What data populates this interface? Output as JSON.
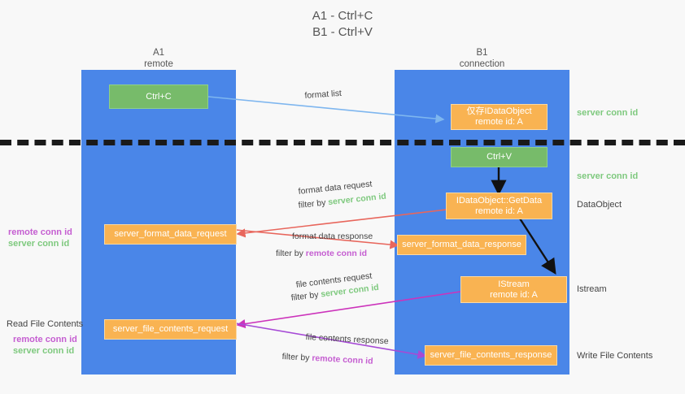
{
  "title": {
    "line1": "A1 - Ctrl+C",
    "line2": "B1 - Ctrl+V"
  },
  "columns": [
    {
      "name": "A1",
      "role": "remote"
    },
    {
      "name": "B1",
      "role": "connection"
    }
  ],
  "nodes": {
    "ctrl_c": {
      "label": "Ctrl+C"
    },
    "ctrl_v": {
      "label": "Ctrl+V"
    },
    "idataobject": {
      "line1": "仅存IDataObject",
      "line2": "remote id: A"
    },
    "getdata": {
      "line1": "IDataObject::GetData",
      "line2": "remote id: A"
    },
    "istream": {
      "line1": "IStream",
      "line2": "remote id: A"
    },
    "server_format_data_request": {
      "label": "server_format_data_request"
    },
    "server_format_data_response": {
      "label": "server_format_data_response"
    },
    "server_file_contents_request": {
      "label": "server_file_contents_request"
    },
    "server_file_contents_response": {
      "label": "server_file_contents_response"
    }
  },
  "edges": {
    "format_list": {
      "label": "format list"
    },
    "format_data_request": {
      "label": "format data request",
      "filter_prefix": "filter by ",
      "filter_key": "server conn id"
    },
    "format_data_response": {
      "label": "format data response",
      "filter_prefix": "filter by ",
      "filter_key": "remote conn id"
    },
    "file_contents_request": {
      "label": "file contents request",
      "filter_prefix": "filter by ",
      "filter_key": "server conn id"
    },
    "file_contents_response": {
      "label": "file contents response",
      "filter_prefix": "filter by ",
      "filter_key": "remote conn id"
    }
  },
  "right_labels": {
    "server_conn_id_top": "server conn id",
    "server_conn_id_mid": "server conn id",
    "dataobject": "DataObject",
    "istream": "Istream",
    "write_file_contents": "Write File Contents"
  },
  "left_labels": {
    "remote_conn_id_mid": "remote conn id",
    "server_conn_id_mid": "server conn id",
    "read_file_contents": "Read File Contents",
    "remote_conn_id_bottom": "remote conn id",
    "server_conn_id_bottom": "server conn id"
  },
  "colors": {
    "lane": "#4a86e8",
    "green_node": "#77bb6a",
    "orange_node": "#f9b352",
    "green_text": "#7ec97e",
    "purple_text": "#c55ed1",
    "blue_arrow": "#7eb6ef",
    "red_arrow": "#e8665c",
    "magenta_arrow": "#cc33bb",
    "purple_arrow": "#a64ad6",
    "black_arrow": "#111111",
    "background": "#f8f8f8"
  }
}
